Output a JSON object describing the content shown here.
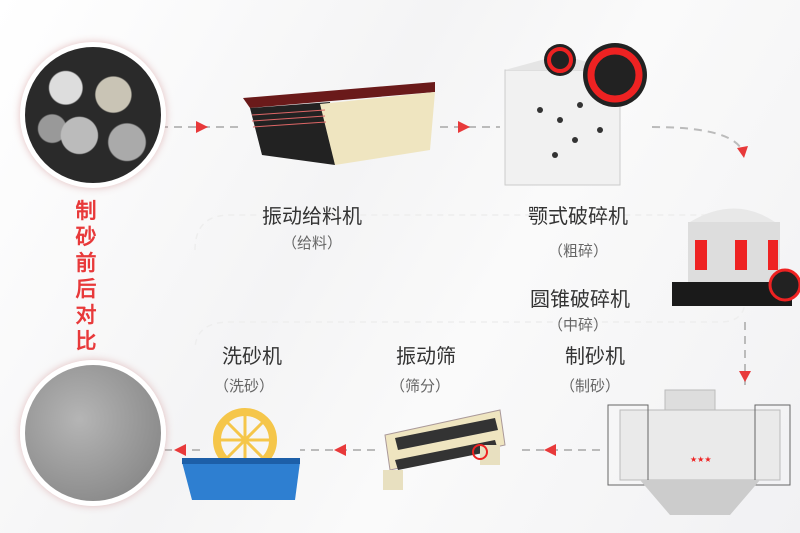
{
  "side_label": "制砂前后对比",
  "colors": {
    "accent": "#e8393a",
    "arrow_dash": "#bbbbbb"
  },
  "steps": [
    {
      "name": "振动给料机",
      "stage": "（给料）"
    },
    {
      "name": "颚式破碎机",
      "stage": "（粗碎）"
    },
    {
      "name": "圆锥破碎机",
      "stage": "（中碎）"
    },
    {
      "name": "制砂机",
      "stage": "（制砂）"
    },
    {
      "name": "振动筛",
      "stage": "（筛分）"
    },
    {
      "name": "洗砂机",
      "stage": "（洗砂）"
    }
  ],
  "images": {
    "before": "raw-stones-photo",
    "after": "finished-sand-photo"
  }
}
